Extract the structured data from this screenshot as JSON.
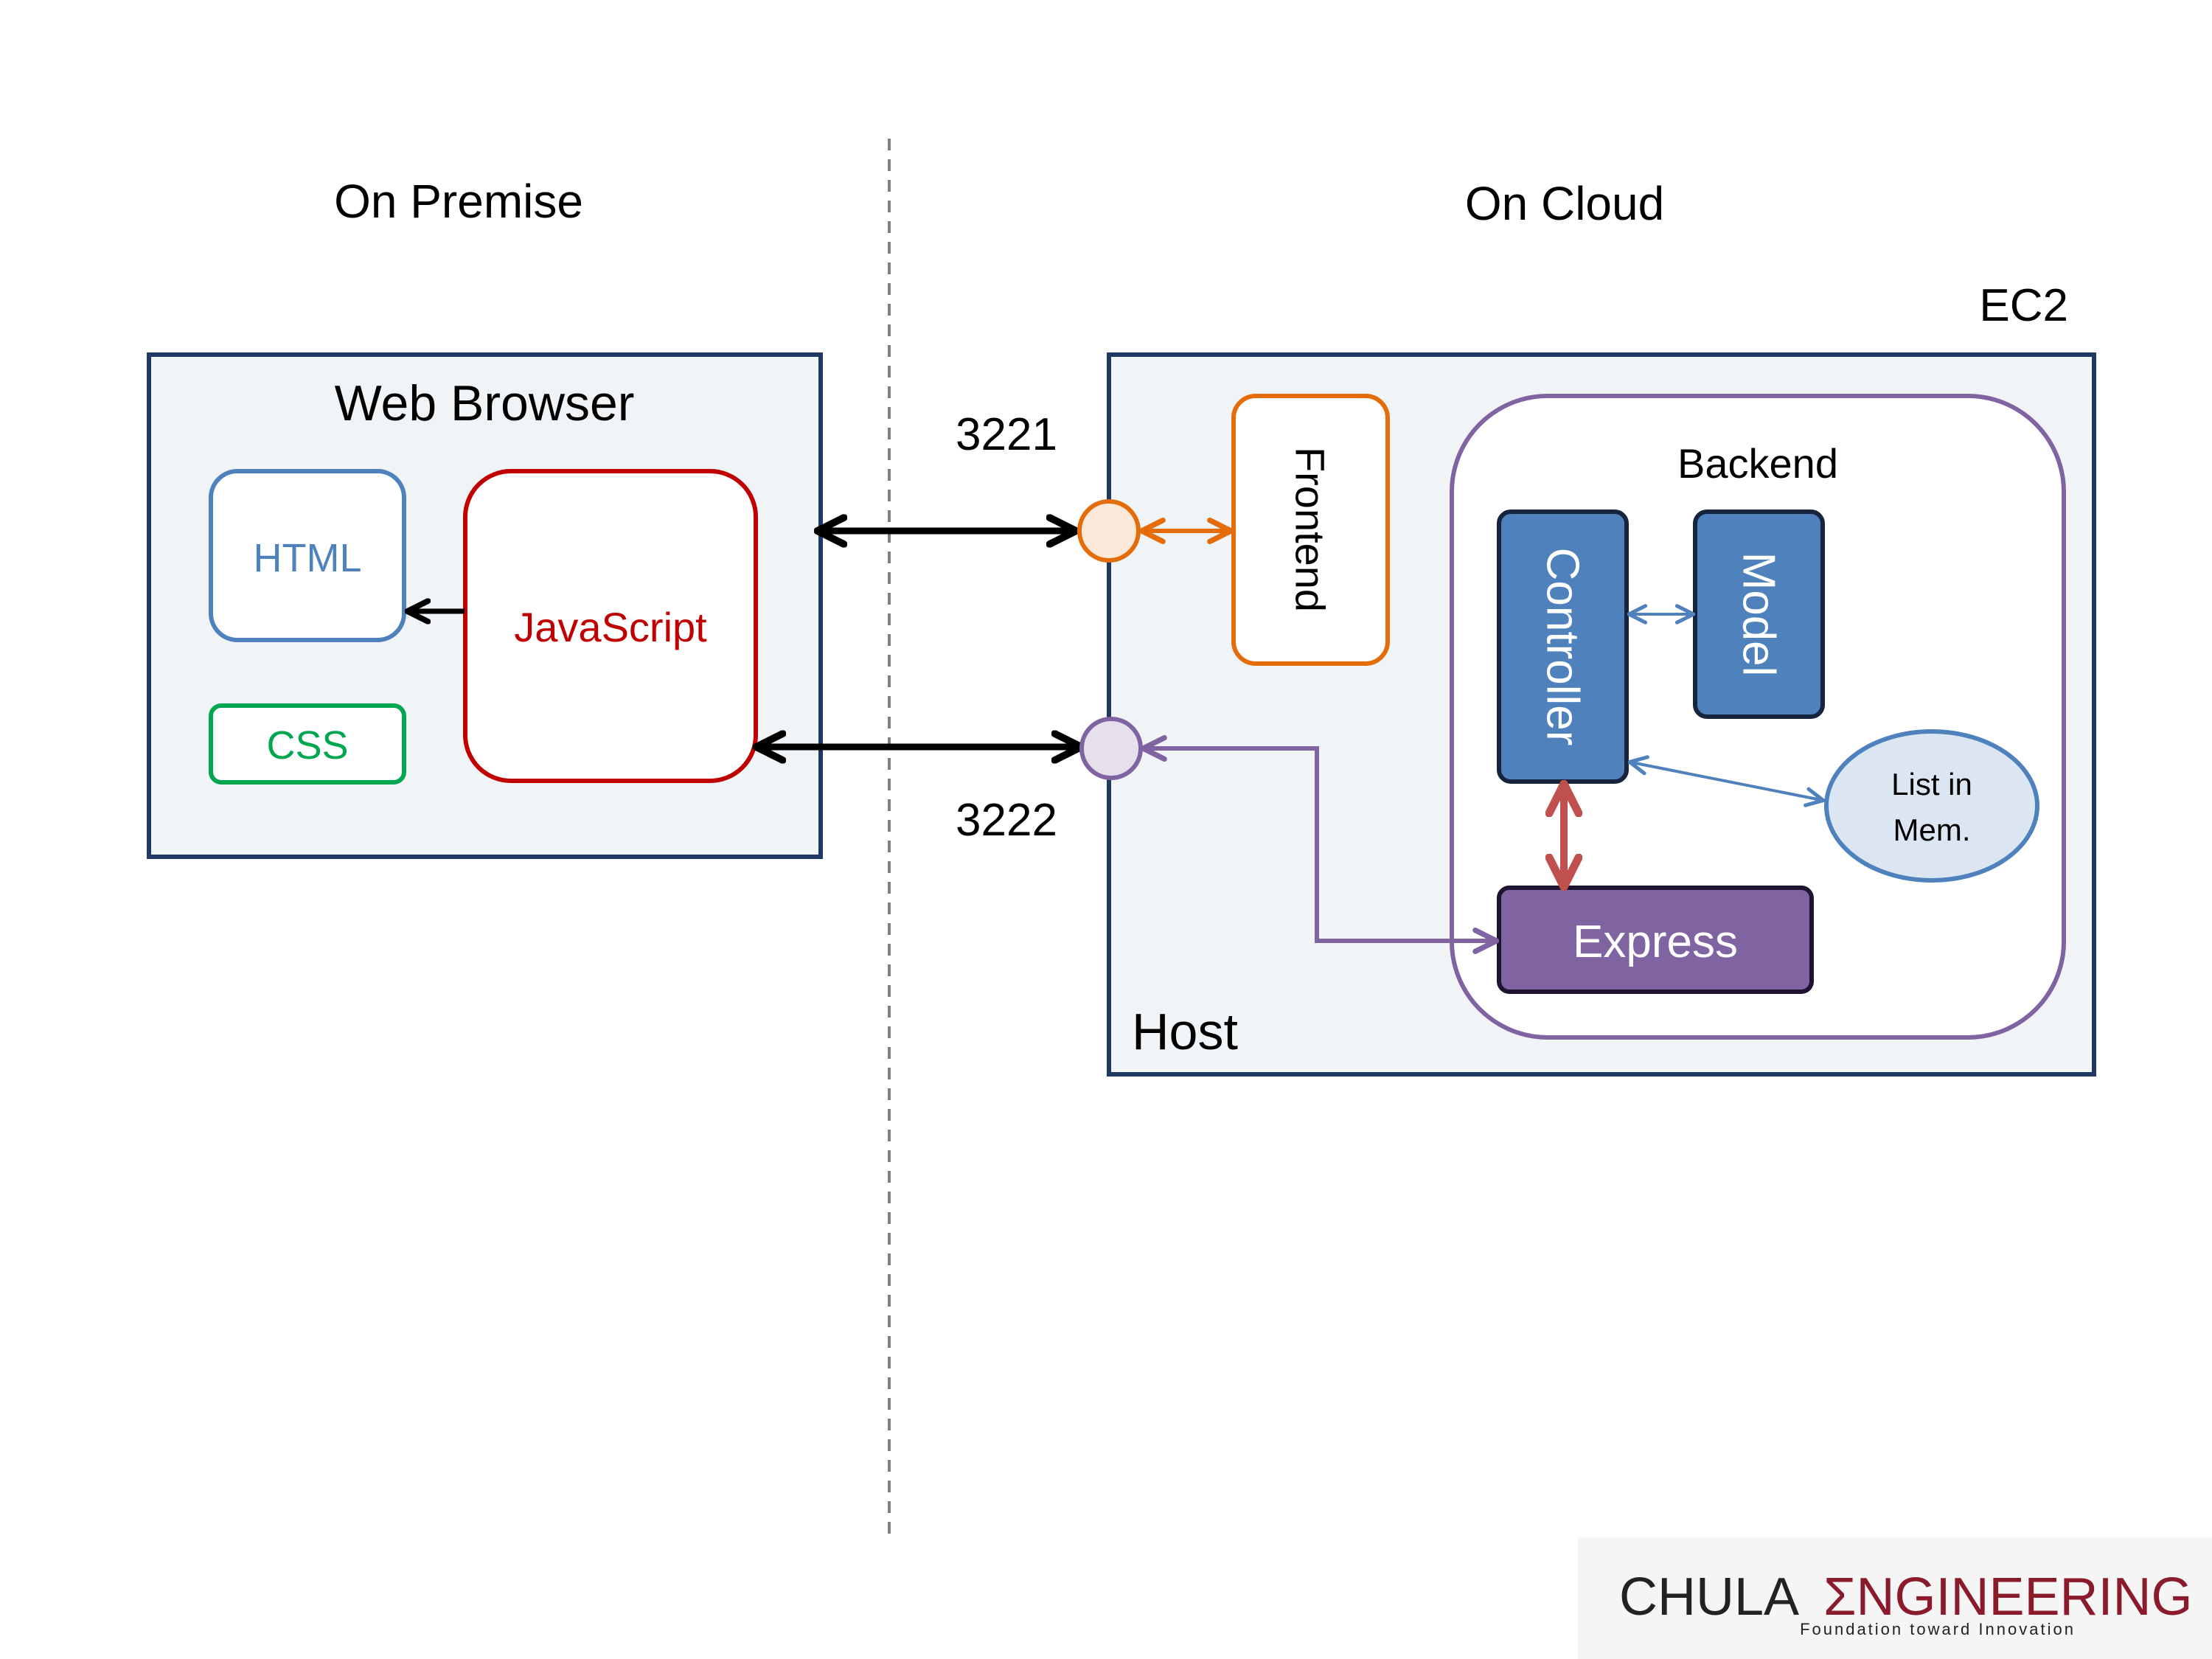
{
  "sections": {
    "on_premise": "On Premise",
    "on_cloud": "On Cloud"
  },
  "ec2_label": "EC2",
  "browser": {
    "title": "Web Browser",
    "html": "HTML",
    "css": "CSS",
    "javascript": "JavaScript"
  },
  "host": {
    "label": "Host",
    "port_frontend": "3221",
    "port_backend": "3222",
    "frontend": "Frontend",
    "backend": {
      "title": "Backend",
      "controller": "Controller",
      "model": "Model",
      "list_line1": "List in",
      "list_line2": "Mem.",
      "express": "Express"
    }
  },
  "footer": {
    "brand_left": "CHULA",
    "brand_right": "ΣNGINEERING",
    "tagline": "Foundation toward Innovation"
  },
  "colors": {
    "frame": "#1f3864",
    "panel_bg": "#f1f4f7",
    "html_blue": "#4f81bd",
    "css_green": "#00a650",
    "js_red": "#c00000",
    "frontend_orange": "#e46c0a",
    "frontend_port_fill": "#fde9d9",
    "backend_purple": "#8064a2",
    "backend_port_fill": "#e5e0ec",
    "controller_blue": "#4f81bd",
    "express_purple": "#8064a2",
    "list_fill": "#dce6f2",
    "controller_express_arrow": "#c0504d",
    "brand_red": "#8b1a2b"
  }
}
